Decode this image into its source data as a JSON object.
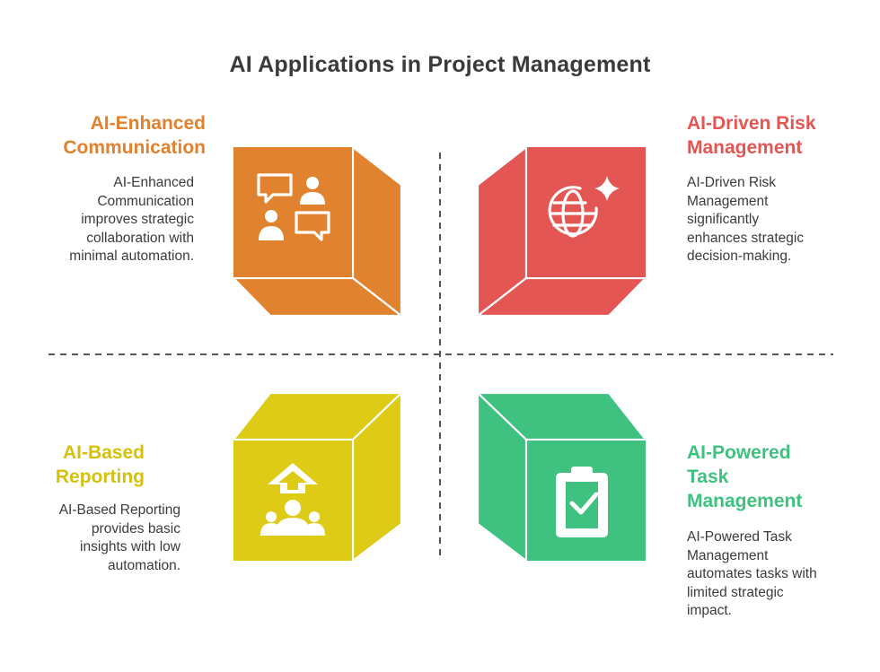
{
  "title": "AI Applications in Project Management",
  "quadrants": [
    {
      "id": "communication",
      "title_line1": "AI-Enhanced",
      "title_line2": "Communication",
      "desc_lines": [
        "AI-Enhanced",
        "Communication",
        "improves strategic",
        "collaboration with",
        "minimal automation."
      ],
      "color": "#E0822E",
      "color_dark": "#B8661F",
      "icon": "chat-people-icon"
    },
    {
      "id": "risk",
      "title_line1": "AI-Driven Risk",
      "title_line2": "Management",
      "desc_lines": [
        "AI-Driven Risk",
        "Management",
        "significantly",
        "enhances strategic",
        "decision-making."
      ],
      "color": "#E45653",
      "color_dark": "#B8403E",
      "icon": "globe-sparkle-icon"
    },
    {
      "id": "reporting",
      "title_line1": "AI-Based",
      "title_line2": "Reporting",
      "desc_lines": [
        "AI-Based Reporting",
        "provides basic",
        "insights with low",
        "automation."
      ],
      "color": "#DDCB15",
      "color_dark": "#B2A30E",
      "icon": "team-growth-icon"
    },
    {
      "id": "task",
      "title_line1": "AI-Powered",
      "title_line2": "Task",
      "title_line3": "Management",
      "desc_lines": [
        "AI-Powered Task",
        "Management",
        "automates tasks with",
        "limited strategic",
        "impact."
      ],
      "color": "#3FC17F",
      "color_dark": "#2E9A63",
      "icon": "clipboard-check-icon"
    }
  ]
}
